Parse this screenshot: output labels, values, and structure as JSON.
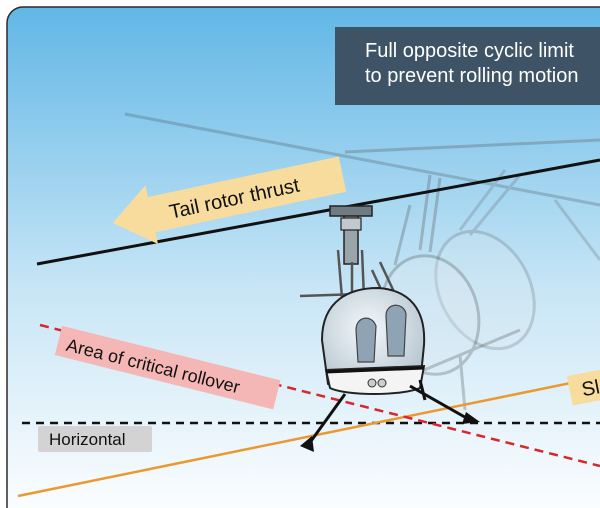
{
  "callout": {
    "line1": "Full opposite cyclic limit",
    "line2": "to prevent rolling motion"
  },
  "labels": {
    "tail_rotor_thrust": "Tail rotor thrust",
    "critical_rollover": "Area of critical rollover",
    "horizontal": "Horizontal",
    "slope_partial": "Sl"
  },
  "colors": {
    "sky_top": "#61b7e6",
    "sky_bottom": "#ffffff",
    "callout_bg": "#3e5466",
    "thrust_arrow": "#f7dc9e",
    "rollover_line": "#d9262c",
    "rollover_label_bg": "#f4b7b6",
    "slope_line": "#ea9930",
    "slope_label_bg": "#f7dc9e",
    "horizontal_label_bg": "#d3d3d3",
    "rotor": "#111111"
  }
}
